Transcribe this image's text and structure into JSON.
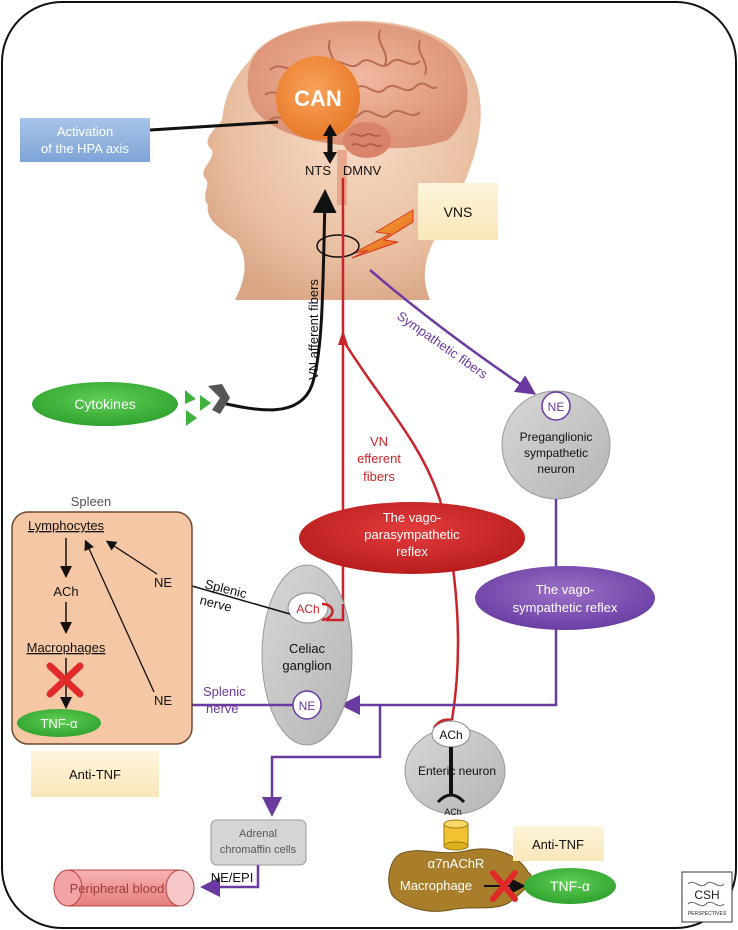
{
  "labels": {
    "can": "CAN",
    "hpa_line1": "Activation",
    "hpa_line2": "of the HPA axis",
    "nts": "NTS",
    "dmnv": "DMNV",
    "vns": "VNS",
    "vn_afferent": "VN afferent fibers",
    "sympathetic_fibers": "Sympathetic fibers",
    "cytokines": "Cytokines",
    "ne_pre": "NE",
    "pre_line1": "Preganglionic",
    "pre_line2": "sympathetic",
    "pre_line3": "neuron",
    "vn_eff_line1": "VN",
    "vn_eff_line2": "efferent",
    "vn_eff_line3": "fibers",
    "vagopara_line1": "The vago-",
    "vagopara_line2": "parasympathetic",
    "vagopara_line3": "reflex",
    "vagosym_line1": "The vago-",
    "vagosym_line2": "sympathetic reflex",
    "spleen": "Spleen",
    "lymphocytes": "Lymphocytes",
    "ach_spleen": "ACh",
    "macrophages": "Macrophages",
    "tnf_spleen": "TNF-α",
    "ne_upper": "NE",
    "ne_lower": "NE",
    "splenic_upper_1": "Splenic",
    "splenic_upper_2": "nerve",
    "splenic_lower_1": "Splenic",
    "splenic_lower_2": "nerve",
    "ach_celiac": "ACh",
    "celiac_line1": "Celiac",
    "celiac_line2": "ganglion",
    "ne_celiac": "NE",
    "anti_tnf_left": "Anti-TNF",
    "ach_enteric": "ACh",
    "enteric_neuron": "Enteric neuron",
    "ach_small": "ACh",
    "adrenal_line1": "Adrenal",
    "adrenal_line2": "chromaffin cells",
    "ne_epi": "NE/EPI",
    "peripheral_blood": "Peripheral blood",
    "anti_tnf_right": "Anti-TNF",
    "a7nachr": "α7nAChR",
    "macrophage": "Macrophage",
    "tnf_right": "TNF-α",
    "logo_top": "CSH",
    "logo_bottom": "PERSPECTIVES"
  },
  "icons": {
    "inhibition_cross": "red-x-icon",
    "lightning": "lightning-bolt-icon",
    "receptor": "cylinder-receptor-icon",
    "brain": "head-brain-illustration"
  },
  "colors": {
    "sympathetic": "#6a3aa0",
    "parasympathetic": "#c8252b",
    "green": "#3db33d",
    "ganglion_gray": "#c9c9c9",
    "spleen_fill": "#f6c7a4",
    "beige_box": "#fdf1d0",
    "blue_box": "#8fb3e0",
    "macrophage_brown": "#a97e2a",
    "receptor_yellow": "#f1c232"
  }
}
